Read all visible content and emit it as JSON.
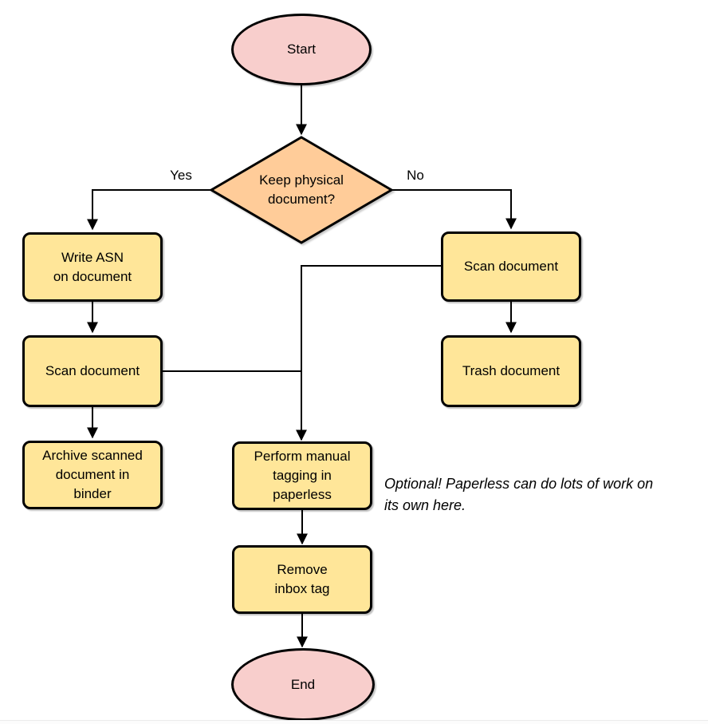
{
  "palette": {
    "terminal_fill": "#F8CECC",
    "decision_fill": "#FFCC99",
    "process_fill": "#FFE699",
    "stroke": "#000000"
  },
  "nodes": {
    "start": {
      "type": "terminal",
      "label": "Start"
    },
    "decision": {
      "type": "decision",
      "lines": [
        "Keep physical",
        "document?"
      ]
    },
    "write_asn": {
      "type": "process",
      "lines": [
        "Write ASN",
        "on document"
      ]
    },
    "scan_left": {
      "type": "process",
      "lines": [
        "Scan document"
      ]
    },
    "archive": {
      "type": "process",
      "lines": [
        "Archive scanned",
        "document in",
        "binder"
      ]
    },
    "scan_right": {
      "type": "process",
      "lines": [
        "Scan document"
      ]
    },
    "trash": {
      "type": "process",
      "lines": [
        "Trash document"
      ]
    },
    "perform_tagging": {
      "type": "process",
      "lines": [
        "Perform manual",
        "tagging in",
        "paperless"
      ]
    },
    "remove_inbox": {
      "type": "process",
      "lines": [
        "Remove",
        "inbox tag"
      ]
    },
    "end": {
      "type": "terminal",
      "label": "End"
    }
  },
  "edges": [
    {
      "from": "start",
      "to": "decision",
      "label": ""
    },
    {
      "from": "decision",
      "to": "write_asn",
      "label": "Yes"
    },
    {
      "from": "decision",
      "to": "scan_right",
      "label": "No"
    },
    {
      "from": "write_asn",
      "to": "scan_left",
      "label": ""
    },
    {
      "from": "scan_left",
      "to": "archive",
      "label": ""
    },
    {
      "from": "scan_right",
      "to": "trash",
      "label": ""
    },
    {
      "from": "scan_left",
      "to": "perform_tagging",
      "label": ""
    },
    {
      "from": "scan_right",
      "to": "perform_tagging",
      "label": ""
    },
    {
      "from": "perform_tagging",
      "to": "remove_inbox",
      "label": ""
    },
    {
      "from": "remove_inbox",
      "to": "end",
      "label": ""
    }
  ],
  "note": {
    "lines": [
      "Optional! Paperless can do lots of work on",
      "its own here."
    ]
  }
}
